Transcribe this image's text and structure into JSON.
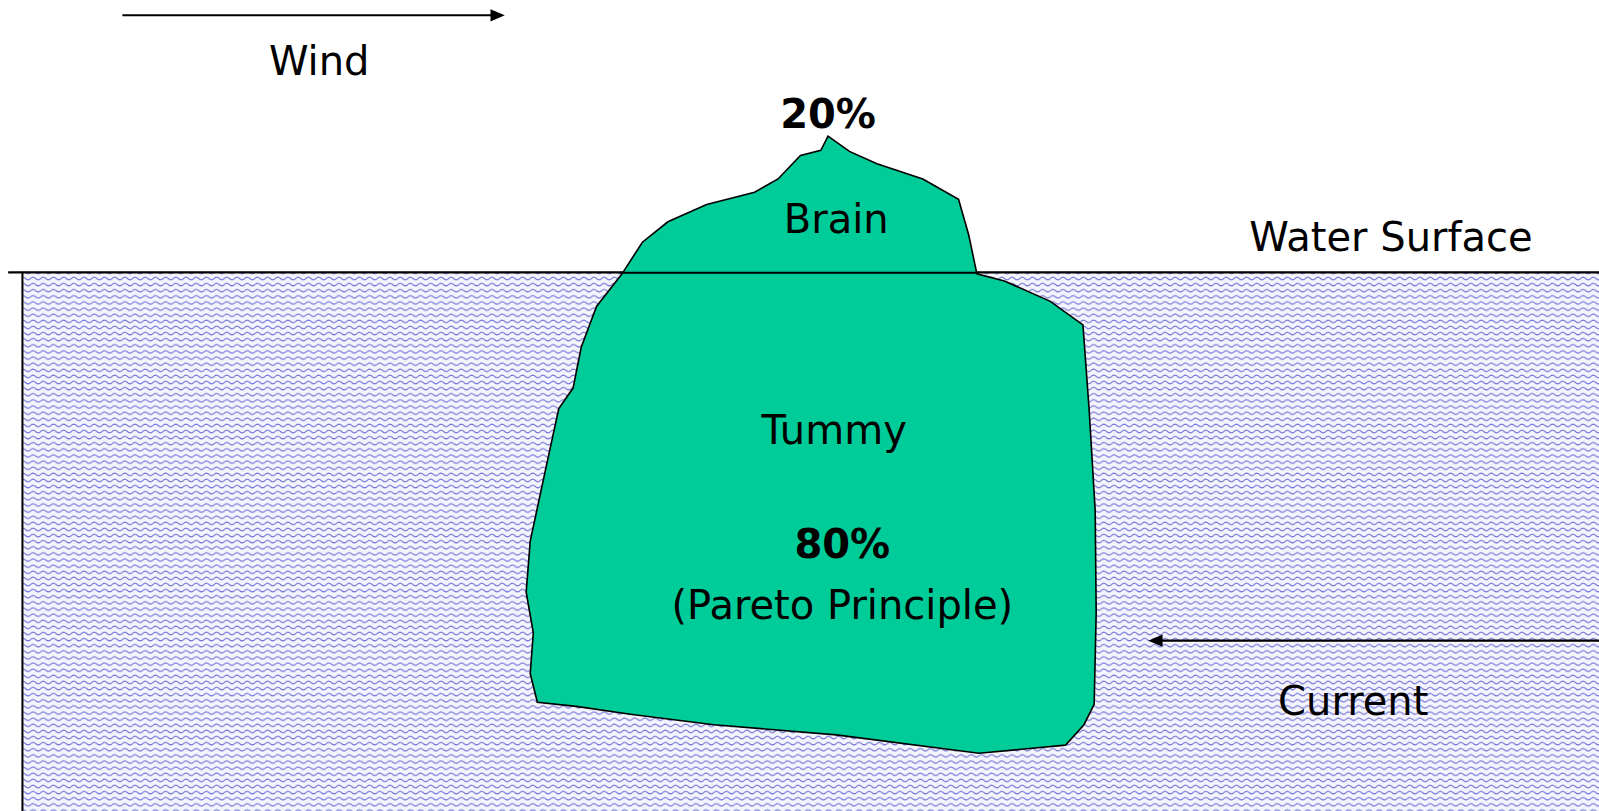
{
  "diagram": {
    "nodes": [
      {
        "text": [
          "20%",
          "Brain",
          "Tummy",
          "80%",
          "(Pareto Principle)"
        ]
      }
    ],
    "labels": [
      "Wind",
      "Water Surface",
      "Current"
    ]
  }
}
